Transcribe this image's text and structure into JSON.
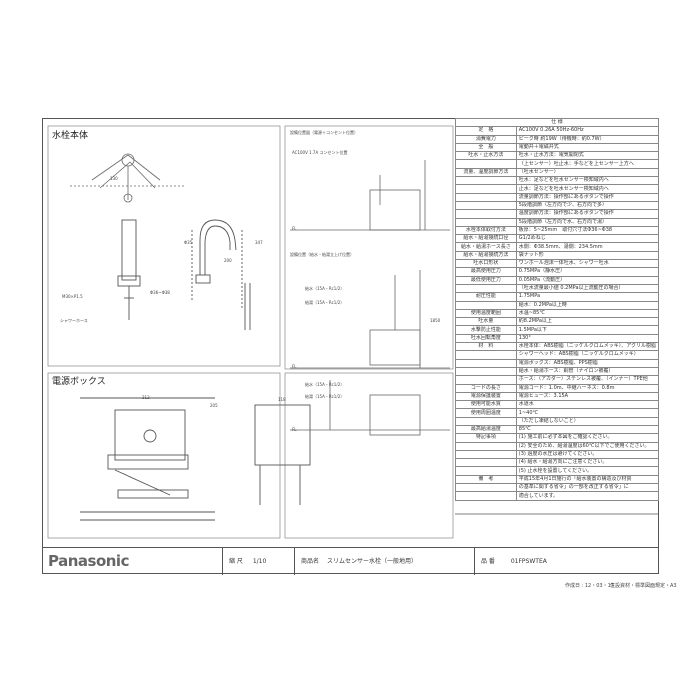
{
  "sections": {
    "faucet_title": "水栓本体",
    "power_box_title": "電源ボックス",
    "install_outlet_title": "設備位置図（電源＋コンセント位置）",
    "install_top_title": "設備位置（給水・給湯立上げ位置）"
  },
  "notes": {
    "outlet_note": "AC100V 1.7A コンセント位置",
    "floor_label": "FL",
    "label_pipe": "給水（15A・Rc1/2）",
    "label_pipe2": "給湯（15A・Rc1/2）",
    "label_shower_hose": "シャワーホース",
    "dim_1": "Φ35",
    "dim_2": "Φ36~Φ38",
    "dim_3": "M30×P1.5",
    "dim_4": "212",
    "dim_5": "205",
    "dim_6": "118",
    "dim_7": "130",
    "dim_8": "200",
    "dim_9": "347",
    "dim_10": "1850"
  },
  "spec_table": {
    "header": "仕 様",
    "rows": [
      [
        "定　格",
        "AC100V 0.26A 50Hz-60Hz"
      ],
      [
        "消費電力",
        "ピーク時 約19W（待機時：約0.7W）"
      ],
      [
        "全　般",
        "電動弁＋電磁弁式"
      ],
      [
        "吐水・止水方法",
        "吐水・止水方法：電気開閉式"
      ],
      [
        "",
        "（上センサー）吐止水：手などを上センサー上方へ"
      ],
      [
        "流量、温度調節方法",
        "（吐水センサー）"
      ],
      [
        "",
        "吐水：足などを吐水センサー検知域内へ"
      ],
      [
        "",
        "止水：足などを吐水センサー検知域内へ"
      ],
      [
        "",
        "流量調節方法：操作部にあるボタンで操作"
      ],
      [
        "",
        "5段階調節（左方向で少、右方向で多）"
      ],
      [
        "",
        "温度調節方法：操作部にあるボタンで操作"
      ],
      [
        "",
        "5段階調節（左方向で水、右方向で湯）"
      ],
      [
        "水栓本体取付方法",
        "板厚：5~25mm　取付穴寸法Φ36~Φ38"
      ],
      [
        "給水・給湯接続口径",
        "G1/2めねじ"
      ],
      [
        "給水・給湯ホース長さ",
        "水側：Φ38.5mm、湯側：234.5mm"
      ],
      [
        "給水・給湯接続方法",
        "袋ナット形"
      ],
      [
        "吐水口形状",
        "ワンホール泡沫一体吐水、シャワー吐水"
      ],
      [
        "最高使用圧力",
        "0.75MPa（静水圧）"
      ],
      [
        "最低使用圧力",
        "0.05MPa（流動圧）"
      ],
      [
        "",
        "（吐水流量最小値 0.2MPa以上流動圧の場合）"
      ],
      [
        "耐圧性能",
        "1.75MPa"
      ],
      [
        "",
        "給水：0.2MPa以上時"
      ],
      [
        "使用温度範囲",
        "水温~85℃"
      ],
      [
        "吐水量",
        "約8.2MPa以上"
      ],
      [
        "水撃防止性能",
        "1.5MPa以下"
      ],
      [
        "吐水回転角度",
        "130°"
      ],
      [
        "材　料",
        "水栓本体：ABS樹脂（ニッケルクロムメッキ）、アクリル樹脂"
      ],
      [
        "",
        "シャワーヘッド：ABS樹脂（ニッケルクロムメッキ）"
      ],
      [
        "",
        "電源ボックス：ABS樹脂、PPS樹脂"
      ],
      [
        "",
        "給水・給湯ホース：銅管（ナイロン被覆）"
      ],
      [
        "",
        "ホース：（アカダー）ステンレス被覆、（インナー）TPE他"
      ],
      [
        "コードの長さ",
        "電源コード：1.0m、中継ハーネス：0.8m"
      ],
      [
        "電源保護装置",
        "電源ヒューズ：3.15A"
      ],
      [
        "使用可能水質",
        "水道水"
      ],
      [
        "使用周囲温度",
        "1~40℃"
      ],
      [
        "",
        "（ただし凍結しないこと）"
      ],
      [
        "最高給湯温度",
        "85℃"
      ],
      [
        "特記事項",
        "(1) 施工前に必ず本図をご確認ください。"
      ],
      [
        "",
        "(2) 安全のため、給湯温度は60℃以下でご使用ください。"
      ],
      [
        "",
        "(3) 過度の水圧は避けてください。"
      ],
      [
        "",
        "(4) 給水・給湯方向にご注意ください。"
      ],
      [
        "",
        "(5) 止水栓を設置してください。"
      ],
      [
        "備　考",
        "平成15年4月1日施行の「給水装置の構造及び材質"
      ],
      [
        "",
        "の基準に関する省令」の一部を改正する省令」に"
      ],
      [
        "",
        "適合しています。"
      ]
    ]
  },
  "title_block": {
    "logo": "Panasonic",
    "scale_label": "縮 尺",
    "scale_value": "1/10",
    "product_label": "商品名",
    "product_value": "スリムセンサー水栓（一般地用）",
    "code_label": "品 番",
    "code_value": "01FPSWTEA"
  },
  "footer": {
    "date": "作成日 : 12・03・17",
    "note": "住設資材・標準図面規定・A3"
  }
}
